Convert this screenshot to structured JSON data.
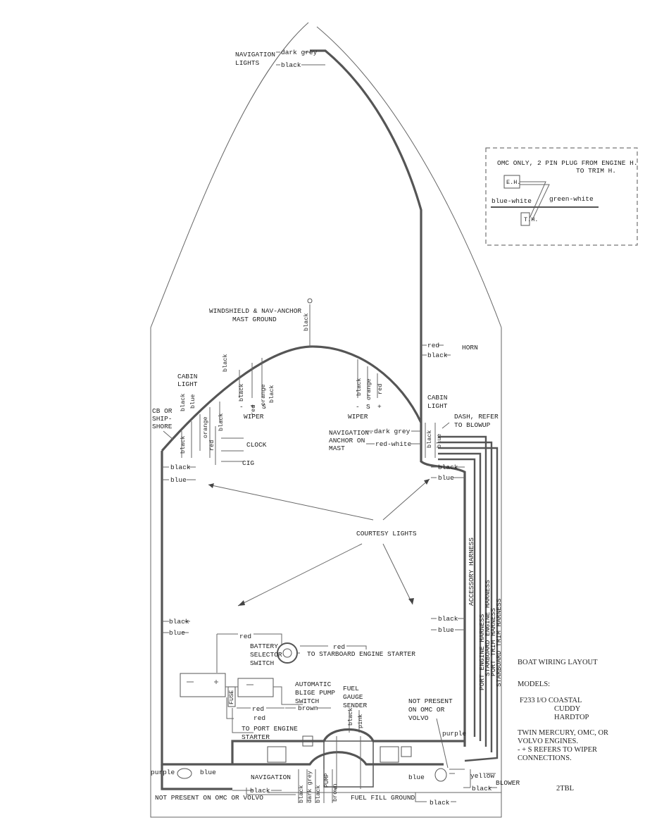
{
  "hull": {
    "nav_lights": [
      "NAVIGATION",
      "LIGHTS"
    ],
    "bow_wire_1": "dark grey",
    "bow_wire_2": "black"
  },
  "blowup": {
    "title_1": "OMC ONLY, 2 PIN PLUG FROM ENGINE H.",
    "title_2": "TO TRIM H.",
    "eh": "E.H.",
    "th": "T.H.",
    "wire_left": "blue-white",
    "wire_right": "green-white"
  },
  "mast": {
    "label_1": "WINDSHIELD & NAV-ANCHOR",
    "label_2": "MAST GROUND",
    "wire": "black"
  },
  "horn": {
    "label": "HORN",
    "wire_red": "red",
    "wire_black": "black"
  },
  "cabin_light_left": [
    "CABIN",
    "LIGHT"
  ],
  "cabin_light_right": [
    "CABIN",
    "LIGHT"
  ],
  "cb": [
    "CB OR",
    "SHIP-",
    "SHORE"
  ],
  "left_wipers": {
    "wires": [
      "black",
      "red",
      "orange",
      "black"
    ],
    "signs": [
      "-",
      "+",
      "S"
    ],
    "label": "WIPER"
  },
  "right_wipers": {
    "wires": [
      "black",
      "orange",
      "red"
    ],
    "signs": [
      "-",
      "S",
      "+"
    ],
    "label": "WIPER"
  },
  "left_cluster": {
    "wires": [
      "black",
      "black",
      "blue",
      "orange",
      "red",
      "black",
      "black"
    ],
    "clock": "CLOCK",
    "cig": "CIG"
  },
  "nav_anchor": {
    "label": [
      "NAVIGATION-",
      "ANCHOR ON",
      "MAST"
    ],
    "wire_1": "dark grey",
    "wire_2": "red-white"
  },
  "dash": {
    "label_1": "DASH, REFER",
    "label_2": "TO BLOWUP",
    "wire_black": "black",
    "wire_blue": "blue"
  },
  "side_wires": {
    "black": "black",
    "blue": "blue"
  },
  "courtesy": "COURTESY LIGHTS",
  "harnesses": [
    "ACCESSORY HARNESS",
    "PORT ENGINE HARNESS",
    "STARBOARD ENGINE HARNESS",
    "PORT TRIM HARNESS",
    "STARBOARD TRIM HARNESS"
  ],
  "battery": {
    "label": [
      "BATTERY",
      "SELECTOR",
      "SWITCH"
    ],
    "to_starboard": "TO STARBOARD ENGINE STARTER",
    "wire_red": "red",
    "fuse": "FUSE"
  },
  "bilge": {
    "label": [
      "AUTOMATIC",
      "BLIGE PUMP",
      "SWITCH"
    ],
    "wire_brown": "brown",
    "wire_red": "red"
  },
  "port_starter": [
    "TO PORT ENGINE",
    "STARTER"
  ],
  "fuel": {
    "label": [
      "FUEL",
      "GAUGE",
      "SENDER"
    ],
    "wire_black": "black",
    "wire_pink": "pink",
    "fill_ground": "FUEL FILL GROUND"
  },
  "not_present_omc": [
    "NOT PRESENT",
    "ON OMC OR",
    "VOLVO"
  ],
  "notes": {
    "title": "BOAT WIRING LAYOUT",
    "models_label": "MODELS:",
    "models": [
      "F233 I/O COASTAL",
      "CUDDY",
      "HARDTOP"
    ],
    "engines": [
      "TWIN MERCURY, OMC, OR",
      "VOLVO ENGINES.",
      "- + S REFERS TO WIPER",
      "CONNECTIONS."
    ],
    "code": "2TBL"
  },
  "bottom": {
    "purple": "purple",
    "blue": "blue",
    "navigation": "NAVIGATION",
    "black": "black",
    "not_present": "NOT PRESENT ON OMC OR VOLVO",
    "pump_wires": [
      "black",
      "dark grey",
      "black",
      "PUMP",
      "brown"
    ],
    "yellow": "yellow",
    "blower": "BLOWER",
    "black_2": "black",
    "black_3": "black",
    "blue_r": "blue",
    "purple_r": "purple"
  }
}
